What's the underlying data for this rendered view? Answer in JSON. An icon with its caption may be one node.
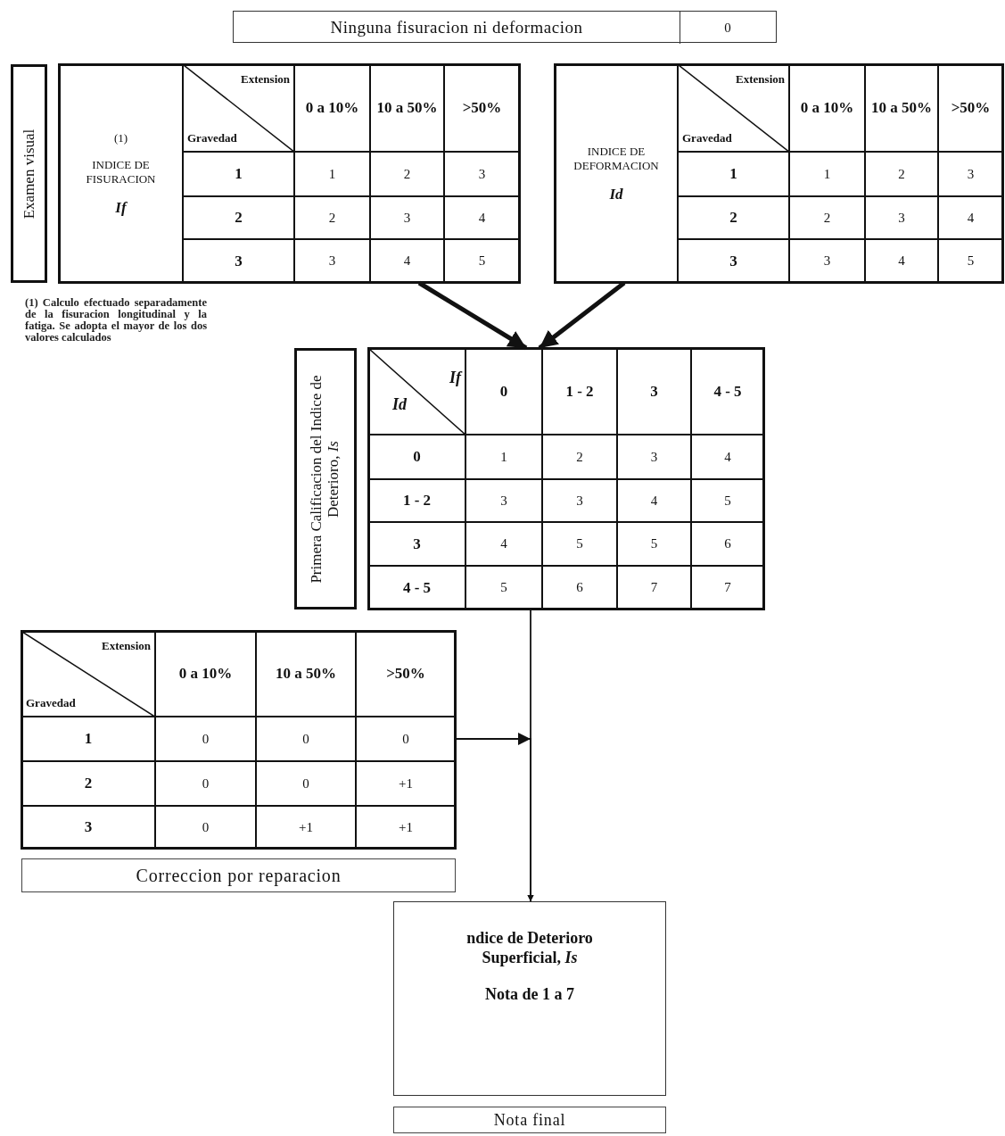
{
  "diagram": {
    "nodes": [
      {
        "text": [
          "Ninguna fisuracion ni deformacion",
          "0"
        ]
      },
      {
        "text": [
          "Examen visual"
        ]
      },
      {
        "text": [
          "(1)",
          "INDICE DE FISURACION",
          "If",
          "Extension",
          "Gravedad",
          "0 a 10%",
          "10 a 50%",
          ">50%",
          "1",
          "1",
          "2",
          "3",
          "2",
          "2",
          "3",
          "4",
          "3",
          "3",
          "4",
          "5"
        ]
      },
      {
        "text": [
          "INDICE DE DEFORMACION",
          "Id",
          "Extension",
          "Gravedad",
          "0 a 10%",
          "10 a 50%",
          ">50%",
          "1",
          "1",
          "2",
          "3",
          "2",
          "2",
          "3",
          "4",
          "3",
          "3",
          "4",
          "5"
        ]
      },
      {
        "text": [
          "Primera Calificacion del Indice de Deterioro, *Is*"
        ]
      },
      {
        "text": [
          "If",
          "Id",
          "0",
          "1 - 2",
          "3",
          "4 - 5",
          "0",
          "1",
          "2",
          "3",
          "4",
          "1 - 2",
          "3",
          "3",
          "4",
          "5",
          "3",
          "4",
          "5",
          "5",
          "6",
          "4 - 5",
          "5",
          "6",
          "7",
          "7"
        ]
      },
      {
        "text": [
          "Extension",
          "Gravedad",
          "0 a 10%",
          "10 a 50%",
          ">50%",
          "1",
          "0",
          "0",
          "0",
          "2",
          "0",
          "0",
          "+1",
          "3",
          "0",
          "+1",
          "+1"
        ]
      },
      {
        "text": [
          "Correccion por reparacion"
        ]
      },
      {
        "text": [
          "ndice de Deterioro Superficial, *Is*",
          "Nota de 1 a 7"
        ]
      },
      {
        "text": [
          "Nota final"
        ]
      }
    ],
    "edges": [
      {
        "from": 2,
        "to": 5,
        "arrow": "to",
        "style": "thick"
      },
      {
        "from": 3,
        "to": 5,
        "arrow": "to",
        "style": "thick"
      },
      {
        "from": 5,
        "to": 8,
        "arrow": "to"
      },
      {
        "from": 6,
        "to": 8,
        "arrow": "to"
      }
    ],
    "labels": [
      "(1) Calculo efectuado separadamente de la fisuracion longitudinal y la fatiga. Se adopta el mayor de los dos valores calculados"
    ]
  }
}
